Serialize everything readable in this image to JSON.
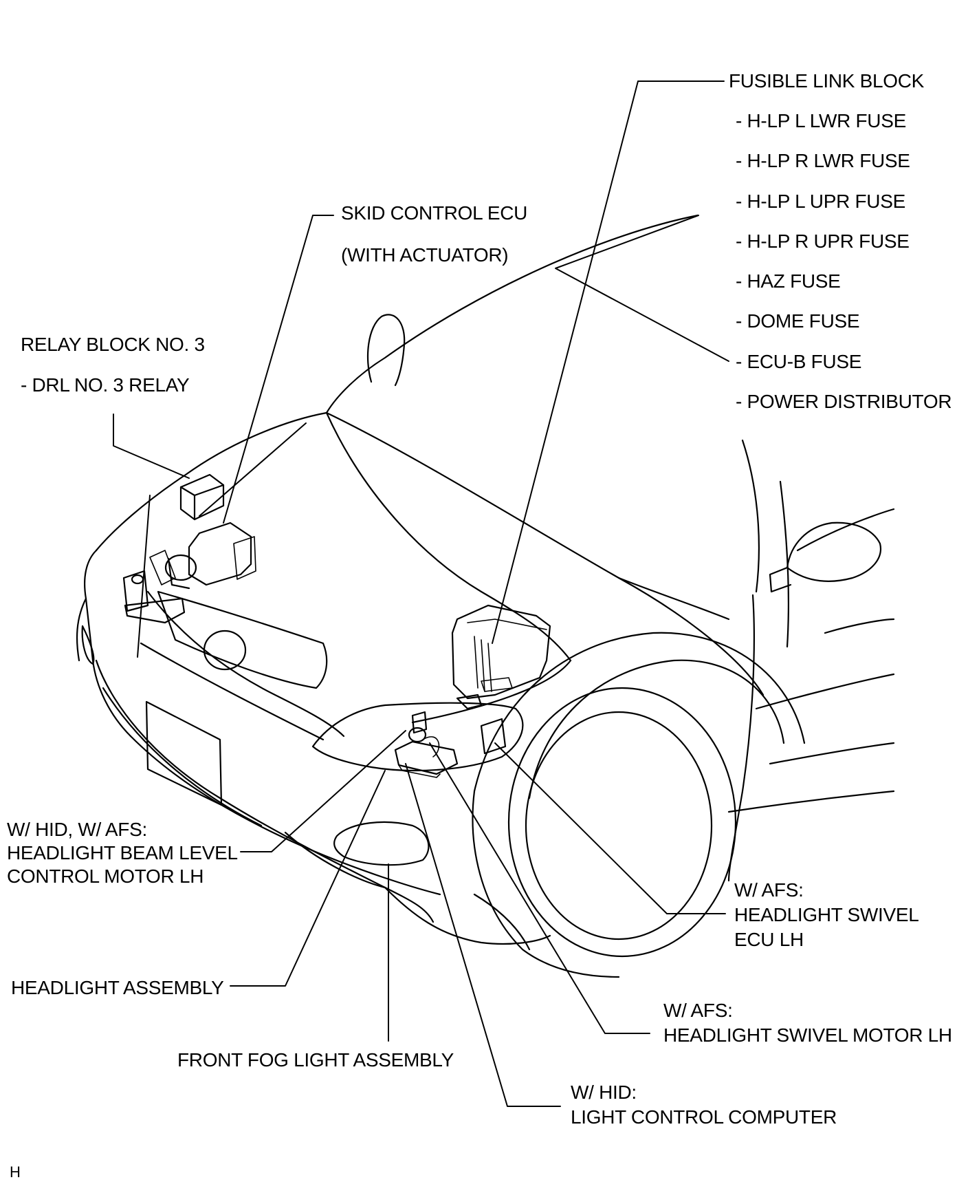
{
  "labels": {
    "fusible_link_block": "FUSIBLE LINK BLOCK",
    "hlp_l_lwr_fuse": "- H-LP L LWR FUSE",
    "hlp_r_lwr_fuse": "- H-LP R LWR FUSE",
    "hlp_l_upr_fuse": "- H-LP L UPR FUSE",
    "hlp_r_upr_fuse": "- H-LP R UPR FUSE",
    "haz_fuse": "- HAZ FUSE",
    "dome_fuse": "- DOME FUSE",
    "ecub_fuse": "- ECU-B FUSE",
    "power_distributor": "- POWER DISTRIBUTOR",
    "skid_control_ecu": "SKID CONTROL ECU",
    "with_actuator": "(WITH ACTUATOR)",
    "relay_block": "RELAY BLOCK NO. 3",
    "drl_relay": "- DRL NO. 3 RELAY",
    "beam_level_cond": "W/ HID, W/ AFS:",
    "beam_level_line1": "HEADLIGHT BEAM LEVEL",
    "beam_level_line2": "CONTROL MOTOR LH",
    "swivel_ecu_cond": "W/ AFS:",
    "swivel_ecu_line1": "HEADLIGHT SWIVEL",
    "swivel_ecu_line2": "ECU LH",
    "headlight_assembly": "HEADLIGHT ASSEMBLY",
    "swivel_motor_cond": "W/ AFS:",
    "swivel_motor": "HEADLIGHT SWIVEL MOTOR LH",
    "fog_light": "FRONT FOG LIGHT ASSEMBLY",
    "light_ctrl_cond": "W/ HID:",
    "light_ctrl": "LIGHT CONTROL COMPUTER",
    "corner_mark": "H"
  }
}
